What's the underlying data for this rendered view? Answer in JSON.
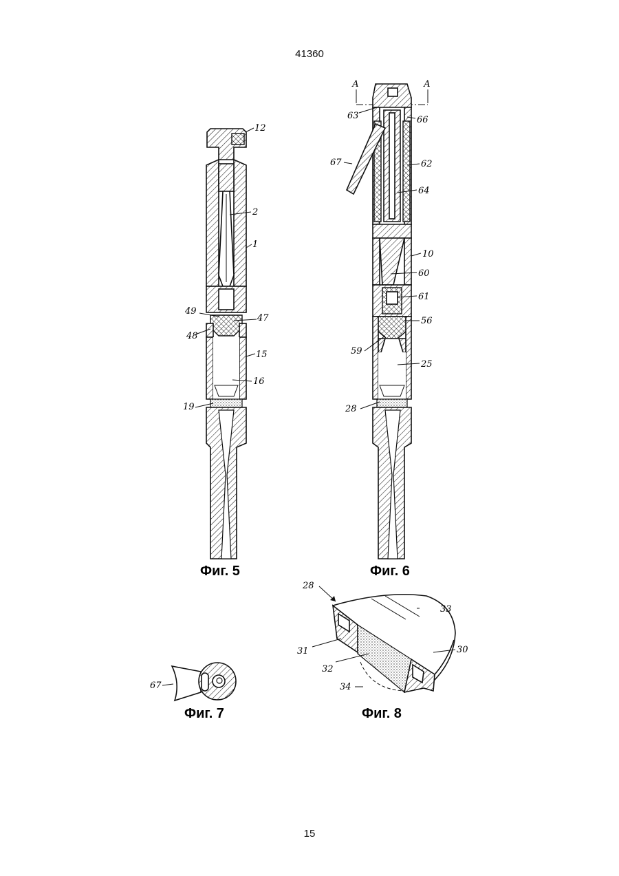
{
  "header": {
    "document_number": "41360"
  },
  "footer": {
    "page_number": "15"
  },
  "figures": {
    "fig5": {
      "title": "Фиг. 5",
      "labels": {
        "l12": "12",
        "l2": "2",
        "l1": "1",
        "l49": "49",
        "l47": "47",
        "l48": "48",
        "l15": "15",
        "l16": "16",
        "l19": "19"
      }
    },
    "fig6": {
      "title": "Фиг. 6",
      "section_marks": {
        "left": "А",
        "right": "А"
      },
      "labels": {
        "l63": "63",
        "l66": "66",
        "l67": "67",
        "l62": "62",
        "l64": "64",
        "l10": "10",
        "l60": "60",
        "l61": "61",
        "l56": "56",
        "l59": "59",
        "l25": "25",
        "l28": "28"
      }
    },
    "fig7": {
      "title": "Фиг. 7",
      "labels": {
        "l67": "67"
      }
    },
    "fig8": {
      "title": "Фиг. 8",
      "labels": {
        "l28": "28",
        "l33": "33",
        "l31": "31",
        "l30": "30",
        "l32": "32",
        "l34": "34"
      }
    }
  }
}
